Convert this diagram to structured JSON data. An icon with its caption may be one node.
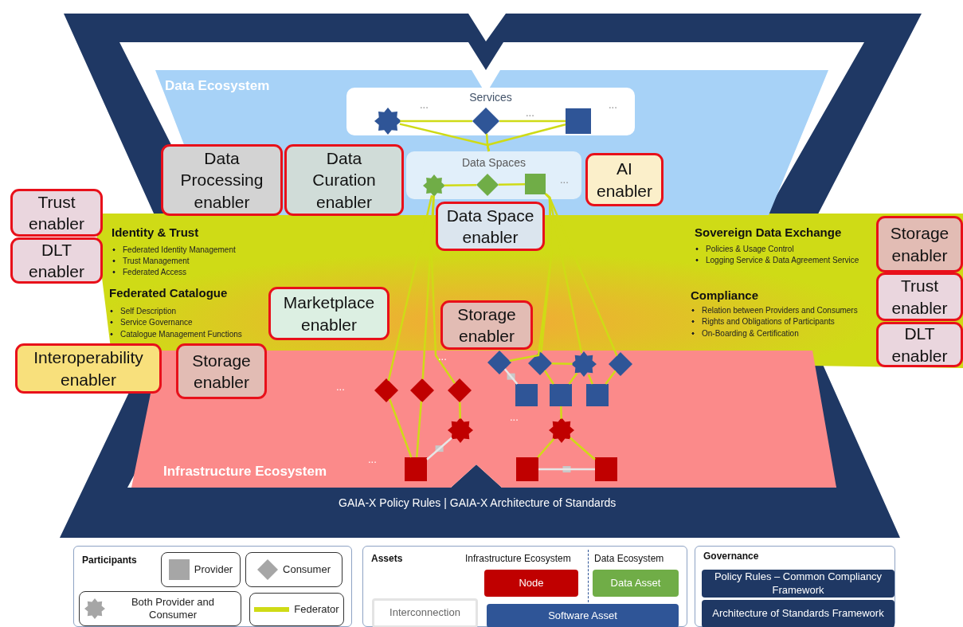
{
  "diagram": {
    "nodes": [
      {
        "text": [
          "Data Ecosystem"
        ]
      },
      {
        "text": [
          "Services"
        ],
        "in": 0
      },
      {
        "text": [],
        "shape": "star",
        "in": 1
      },
      {
        "text": [],
        "shape": "diamond",
        "in": 1
      },
      {
        "text": [],
        "shape": "box",
        "in": 1
      },
      {
        "text": [
          "Data Spaces"
        ],
        "in": 0
      },
      {
        "text": [],
        "shape": "star",
        "in": 5
      },
      {
        "text": [],
        "shape": "diamond",
        "in": 5
      },
      {
        "text": [],
        "shape": "box",
        "in": 5
      },
      {
        "text": [
          "Data Processing enabler"
        ],
        "in": 0
      },
      {
        "text": [
          "Data Curation enabler"
        ],
        "in": 0
      },
      {
        "text": [
          "AI enabler"
        ],
        "in": 0
      },
      {
        "text": [
          "Trust enabler"
        ]
      },
      {
        "text": [
          "Data Space enabler"
        ]
      },
      {
        "text": [
          "DLT enabler"
        ]
      },
      {
        "text": [
          "Storage enabler"
        ]
      },
      {
        "text": [
          "Marketplace enabler"
        ]
      },
      {
        "text": [
          "Trust enabler"
        ]
      },
      {
        "text": [
          "Storage enabler"
        ]
      },
      {
        "text": [
          "DLT enabler"
        ]
      },
      {
        "text": [
          "Interoperability enabler"
        ]
      },
      {
        "text": [
          "Storage enabler"
        ]
      },
      {
        "text": [
          "Infrastructure Ecosystem"
        ]
      },
      {
        "text": [],
        "shape": "diamond",
        "in": 22
      },
      {
        "text": [],
        "shape": "diamond",
        "in": 22
      },
      {
        "text": [],
        "shape": "star",
        "in": 22
      },
      {
        "text": [],
        "shape": "diamond",
        "in": 22
      },
      {
        "text": [],
        "shape": "diamond",
        "in": 22
      },
      {
        "text": [],
        "shape": "diamond",
        "in": 22
      },
      {
        "text": [],
        "shape": "diamond",
        "in": 22
      },
      {
        "text": [],
        "shape": "box",
        "in": 22
      },
      {
        "text": [],
        "shape": "box",
        "in": 22
      },
      {
        "text": [],
        "shape": "box",
        "in": 22
      },
      {
        "text": [],
        "shape": "star",
        "in": 22
      },
      {
        "text": [],
        "shape": "star",
        "in": 22
      },
      {
        "text": [],
        "shape": "box",
        "in": 22
      },
      {
        "text": [],
        "shape": "box",
        "in": 22
      },
      {
        "text": [],
        "shape": "box",
        "in": 22
      },
      {
        "text": [
          "Participants"
        ]
      },
      {
        "text": [
          "Provider"
        ],
        "in": 38
      },
      {
        "text": [
          "Consumer"
        ],
        "in": 38
      },
      {
        "text": [
          "Both Provider and Consumer"
        ],
        "in": 38
      },
      {
        "text": [
          "Federator"
        ],
        "in": 38
      },
      {
        "text": [
          "Assets",
          "Infrastructure Ecosystem",
          "Data Ecosystem"
        ]
      },
      {
        "text": [
          "Node"
        ],
        "in": 43
      },
      {
        "text": [
          "Data Asset"
        ],
        "in": 43
      },
      {
        "text": [
          "Interconnection"
        ],
        "in": 43
      },
      {
        "text": [
          "Software Asset"
        ],
        "in": 43
      },
      {
        "text": [
          "Governance"
        ]
      },
      {
        "text": [
          "Policy Rules – Common Compliancy Framework"
        ],
        "in": 48
      },
      {
        "text": [
          "Architecture of Standards Framework"
        ],
        "in": 48
      }
    ],
    "edges": [
      {
        "from": 2,
        "to": 3,
        "arrow": "none"
      },
      {
        "from": 3,
        "to": 4,
        "arrow": "none"
      },
      {
        "from": 2,
        "to": 5,
        "arrow": "none"
      },
      {
        "from": 3,
        "to": 5,
        "arrow": "none"
      },
      {
        "from": 4,
        "to": 5,
        "arrow": "none"
      },
      {
        "from": 6,
        "to": 7,
        "arrow": "none"
      },
      {
        "from": 7,
        "to": 8,
        "arrow": "none"
      },
      {
        "from": 6,
        "to": 27,
        "arrow": "none"
      },
      {
        "from": 6,
        "to": 28,
        "arrow": "none"
      },
      {
        "from": 6,
        "to": 29,
        "arrow": "none"
      },
      {
        "from": 8,
        "to": 23,
        "arrow": "none"
      },
      {
        "from": 8,
        "to": 24,
        "arrow": "none"
      },
      {
        "from": 8,
        "to": 25,
        "arrow": "none"
      },
      {
        "from": 8,
        "to": 26,
        "arrow": "none"
      },
      {
        "from": 27,
        "to": 35,
        "arrow": "none"
      },
      {
        "from": 28,
        "to": 35,
        "arrow": "none"
      },
      {
        "from": 29,
        "to": 33,
        "arrow": "none"
      },
      {
        "from": 33,
        "to": 35,
        "arrow": "none",
        "color": "#e6e6e6"
      },
      {
        "from": 23,
        "to": 30,
        "arrow": "none",
        "color": "#e6e6e6"
      },
      {
        "from": 24,
        "to": 25,
        "arrow": "none"
      },
      {
        "from": 24,
        "to": 31,
        "arrow": "none"
      },
      {
        "from": 25,
        "to": 31,
        "arrow": "none"
      },
      {
        "from": 25,
        "to": 32,
        "arrow": "none"
      },
      {
        "from": 26,
        "to": 32,
        "arrow": "none"
      },
      {
        "from": 31,
        "to": 34,
        "arrow": "none"
      },
      {
        "from": 34,
        "to": 36,
        "arrow": "none"
      },
      {
        "from": 34,
        "to": 37,
        "arrow": "none"
      },
      {
        "from": 36,
        "to": 37,
        "arrow": "none",
        "color": "#e6e6e6"
      }
    ],
    "labels": [
      "Identity & Trust",
      "Federated Identity Management",
      "Trust Management",
      "Federated Access",
      "Federated Catalogue",
      "Self Description",
      "Service Governance",
      "Catalogue Management Functions",
      "Sovereign Data Exchange",
      "Policies & Usage Control",
      "Logging Service & Data Agreement Service",
      "Compliance",
      "Relation between Providers and Consumers",
      "Rights and Obligations of Participants",
      "On-Boarding & Certification",
      "GAIA-X Policy Rules | GAIA-X Architecture of Standards",
      "...",
      "...",
      "...",
      "...",
      "...",
      "...",
      "...",
      "..."
    ]
  }
}
